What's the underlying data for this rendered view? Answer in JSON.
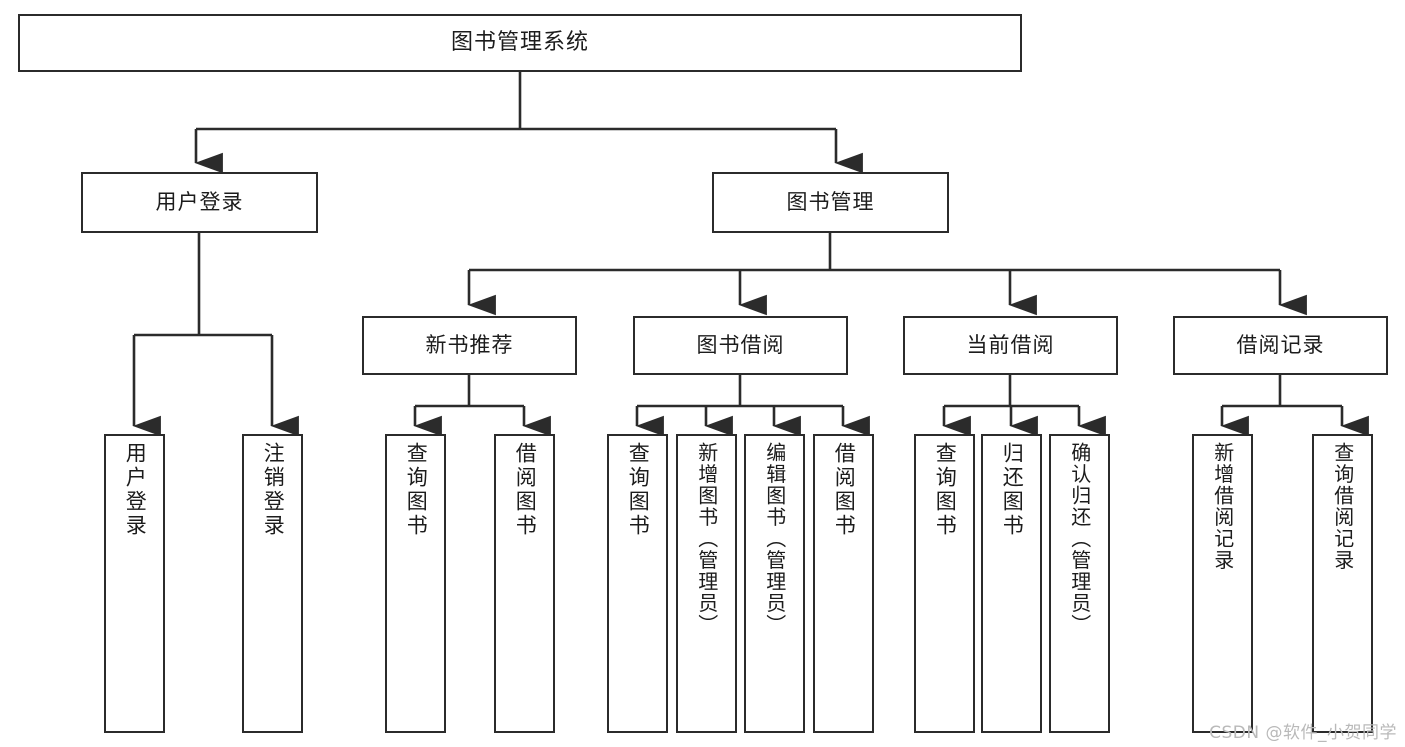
{
  "diagram": {
    "type": "tree-hierarchy",
    "title": "图书管理系统",
    "root": {
      "id": "root",
      "label": "图书管理系统"
    },
    "level1": [
      {
        "id": "user-login",
        "label": "用户登录"
      },
      {
        "id": "book-manage",
        "label": "图书管理"
      }
    ],
    "level2": [
      {
        "id": "new-book-rec",
        "label": "新书推荐",
        "parent": "book-manage"
      },
      {
        "id": "book-borrow",
        "label": "图书借阅",
        "parent": "book-manage"
      },
      {
        "id": "current-borrow",
        "label": "当前借阅",
        "parent": "book-manage"
      },
      {
        "id": "borrow-record",
        "label": "借阅记录",
        "parent": "book-manage"
      }
    ],
    "leaves": [
      {
        "id": "leaf-user-login",
        "label": "用户登录",
        "parent": "user-login"
      },
      {
        "id": "leaf-logout",
        "label": "注销登录",
        "parent": "user-login"
      },
      {
        "id": "leaf-query-book-1",
        "label": "查询图书",
        "parent": "new-book-rec"
      },
      {
        "id": "leaf-borrow-book-1",
        "label": "借阅图书",
        "parent": "new-book-rec"
      },
      {
        "id": "leaf-query-book-2",
        "label": "查询图书",
        "parent": "book-borrow"
      },
      {
        "id": "leaf-add-book",
        "label": "新增图书（管理员）",
        "parent": "book-borrow"
      },
      {
        "id": "leaf-edit-book",
        "label": "编辑图书（管理员）",
        "parent": "book-borrow"
      },
      {
        "id": "leaf-borrow-book-2",
        "label": "借阅图书",
        "parent": "book-borrow"
      },
      {
        "id": "leaf-query-book-3",
        "label": "查询图书",
        "parent": "current-borrow"
      },
      {
        "id": "leaf-return-book",
        "label": "归还图书",
        "parent": "current-borrow"
      },
      {
        "id": "leaf-confirm-return",
        "label": "确认归还（管理员）",
        "parent": "current-borrow"
      },
      {
        "id": "leaf-add-record",
        "label": "新增借阅记录",
        "parent": "borrow-record"
      },
      {
        "id": "leaf-query-record",
        "label": "查询借阅记录",
        "parent": "borrow-record"
      }
    ],
    "colors": {
      "box_border": "#2b2b2b",
      "box_fill": "#ffffff",
      "connector": "#2b2b2b",
      "text": "#1c1c1c",
      "watermark": "#b9b9b9",
      "background": "#ffffff"
    }
  },
  "watermark": {
    "text": "CSDN @软件_小贺同学"
  }
}
